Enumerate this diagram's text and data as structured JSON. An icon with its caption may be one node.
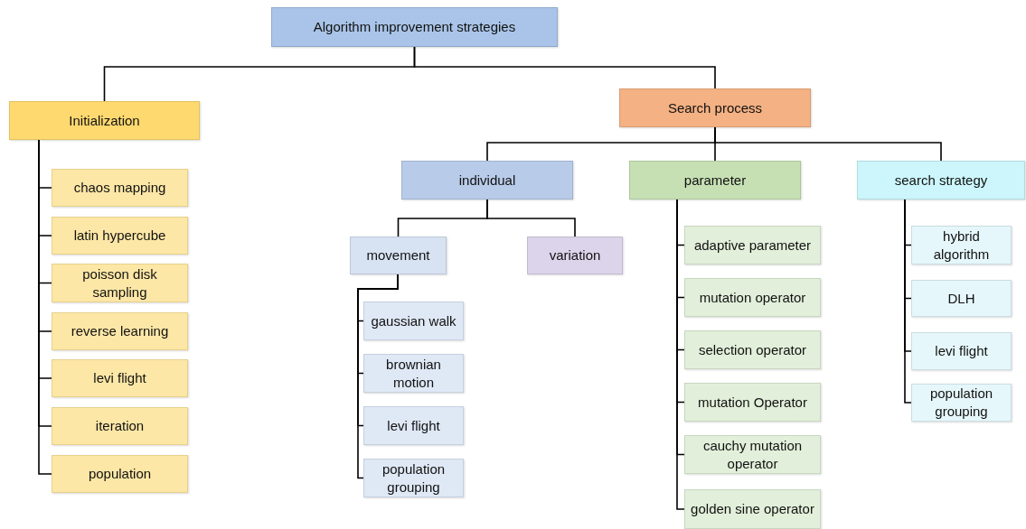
{
  "diagram": {
    "nodes": [
      {
        "text": [
          "Algorithm improvement strategies"
        ]
      },
      {
        "text": [
          "Initialization"
        ]
      },
      {
        "text": [
          "Search process"
        ]
      },
      {
        "text": [
          "individual"
        ]
      },
      {
        "text": [
          "parameter"
        ]
      },
      {
        "text": [
          "search strategy"
        ]
      },
      {
        "text": [
          "movement"
        ]
      },
      {
        "text": [
          "variation"
        ]
      },
      {
        "text": [
          "chaos mapping"
        ]
      },
      {
        "text": [
          "latin hypercube"
        ]
      },
      {
        "text": [
          "poisson disk sampling"
        ]
      },
      {
        "text": [
          "reverse learning"
        ]
      },
      {
        "text": [
          "levi flight"
        ]
      },
      {
        "text": [
          "iteration"
        ]
      },
      {
        "text": [
          "population"
        ]
      },
      {
        "text": [
          "gaussian walk"
        ]
      },
      {
        "text": [
          "brownian motion"
        ]
      },
      {
        "text": [
          "levi flight"
        ]
      },
      {
        "text": [
          "population grouping"
        ]
      },
      {
        "text": [
          "adaptive parameter"
        ]
      },
      {
        "text": [
          "mutation operator"
        ]
      },
      {
        "text": [
          "selection operator"
        ]
      },
      {
        "text": [
          "mutation Operator"
        ]
      },
      {
        "text": [
          "cauchy mutation operator"
        ]
      },
      {
        "text": [
          "golden sine operator"
        ]
      },
      {
        "text": [
          "hybrid algorithm"
        ]
      },
      {
        "text": [
          "DLH"
        ]
      },
      {
        "text": [
          "levi flight"
        ]
      },
      {
        "text": [
          "population grouping"
        ]
      }
    ],
    "edges": [
      {
        "from": 0,
        "to": 1,
        "arrow": "none"
      },
      {
        "from": 0,
        "to": 2,
        "arrow": "none"
      },
      {
        "from": 2,
        "to": 3,
        "arrow": "none"
      },
      {
        "from": 2,
        "to": 4,
        "arrow": "none"
      },
      {
        "from": 2,
        "to": 5,
        "arrow": "none"
      },
      {
        "from": 3,
        "to": 6,
        "arrow": "none"
      },
      {
        "from": 3,
        "to": 7,
        "arrow": "none"
      },
      {
        "from": 1,
        "to": 8,
        "arrow": "none"
      },
      {
        "from": 1,
        "to": 9,
        "arrow": "none"
      },
      {
        "from": 1,
        "to": 10,
        "arrow": "none"
      },
      {
        "from": 1,
        "to": 11,
        "arrow": "none"
      },
      {
        "from": 1,
        "to": 12,
        "arrow": "none"
      },
      {
        "from": 1,
        "to": 13,
        "arrow": "none"
      },
      {
        "from": 1,
        "to": 14,
        "arrow": "none"
      },
      {
        "from": 6,
        "to": 15,
        "arrow": "none"
      },
      {
        "from": 6,
        "to": 16,
        "arrow": "none"
      },
      {
        "from": 6,
        "to": 17,
        "arrow": "none"
      },
      {
        "from": 6,
        "to": 18,
        "arrow": "none"
      },
      {
        "from": 4,
        "to": 19,
        "arrow": "none"
      },
      {
        "from": 4,
        "to": 20,
        "arrow": "none"
      },
      {
        "from": 4,
        "to": 21,
        "arrow": "none"
      },
      {
        "from": 4,
        "to": 22,
        "arrow": "none"
      },
      {
        "from": 4,
        "to": 23,
        "arrow": "none"
      },
      {
        "from": 4,
        "to": 24,
        "arrow": "none"
      },
      {
        "from": 5,
        "to": 25,
        "arrow": "none"
      },
      {
        "from": 5,
        "to": 26,
        "arrow": "none"
      },
      {
        "from": 5,
        "to": 27,
        "arrow": "none"
      },
      {
        "from": 5,
        "to": 28,
        "arrow": "none"
      }
    ]
  }
}
